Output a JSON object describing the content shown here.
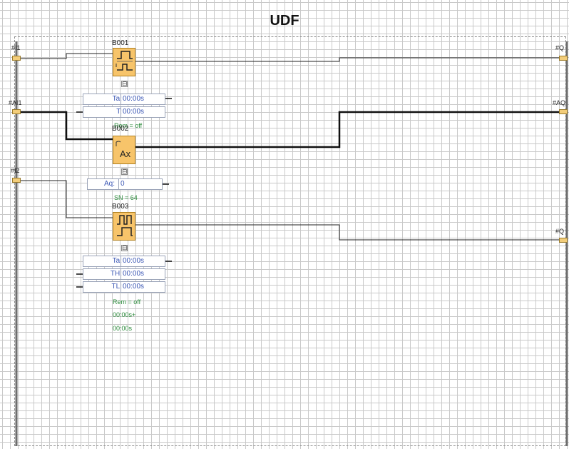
{
  "title": "UDF",
  "inputs": [
    "#I1",
    "#AI1",
    "#I2"
  ],
  "outputs": [
    "#Q",
    "#AQ",
    "#Q"
  ],
  "blocks": {
    "b001": {
      "name": "B001",
      "params": [
        {
          "key": "Ta:",
          "value": "00:00s"
        },
        {
          "key": "T:",
          "value": "00:00s"
        }
      ],
      "status": [
        "Rem = off"
      ]
    },
    "b002": {
      "name": "B002",
      "icon_text": "Ax",
      "params": [
        {
          "key": "Aq:",
          "value": "0"
        }
      ],
      "status": [
        "SN = 64"
      ]
    },
    "b003": {
      "name": "B003",
      "params": [
        {
          "key": "Ta:",
          "value": "00:00s"
        },
        {
          "key": "TH:",
          "value": "00:00s"
        },
        {
          "key": "TL:",
          "value": "00:00s"
        }
      ],
      "status": [
        "Rem = off",
        "00:00s+",
        "00:00s"
      ]
    }
  },
  "collapse_symbol": "⊟"
}
